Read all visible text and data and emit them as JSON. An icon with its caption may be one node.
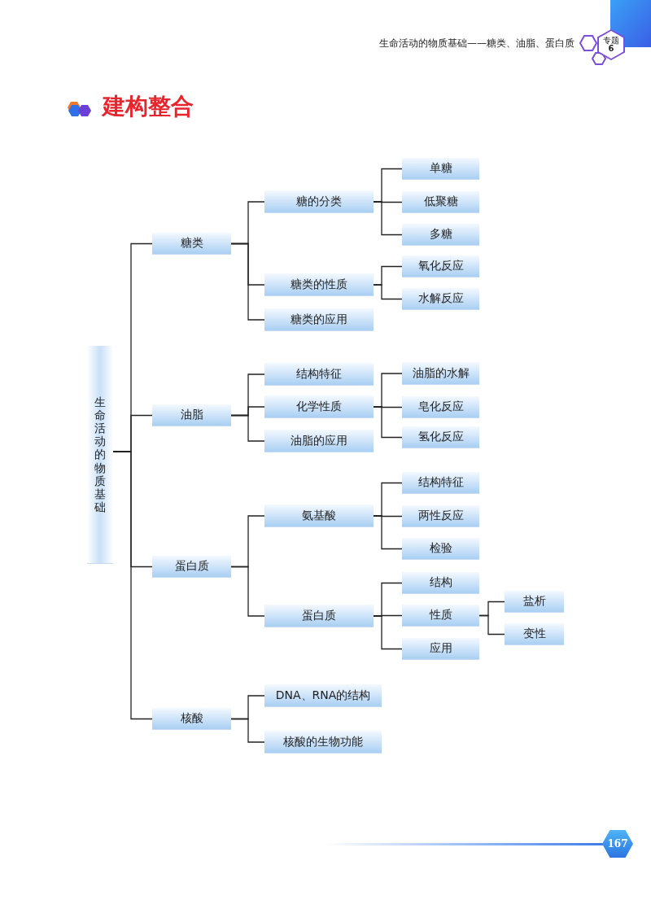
{
  "diagram": {
    "title": "建构整合",
    "nodes": [
      {
        "text": [
          "专题",
          "6"
        ]
      },
      {
        "text": [
          "生命活动的物质基础"
        ]
      },
      {
        "text": [
          "糖类"
        ]
      },
      {
        "text": [
          "糖的分类"
        ]
      },
      {
        "text": [
          "单糖"
        ]
      },
      {
        "text": [
          "低聚糖"
        ]
      },
      {
        "text": [
          "多糖"
        ]
      },
      {
        "text": [
          "糖类的性质"
        ]
      },
      {
        "text": [
          "氧化反应"
        ]
      },
      {
        "text": [
          "水解反应"
        ]
      },
      {
        "text": [
          "糖类的应用"
        ]
      },
      {
        "text": [
          "油脂"
        ]
      },
      {
        "text": [
          "结构特征"
        ]
      },
      {
        "text": [
          "化学性质"
        ]
      },
      {
        "text": [
          "油脂的水解"
        ]
      },
      {
        "text": [
          "皂化反应"
        ]
      },
      {
        "text": [
          "氢化反应"
        ]
      },
      {
        "text": [
          "油脂的应用"
        ]
      },
      {
        "text": [
          "蛋白质"
        ]
      },
      {
        "text": [
          "氨基酸"
        ]
      },
      {
        "text": [
          "结构特征"
        ]
      },
      {
        "text": [
          "两性反应"
        ]
      },
      {
        "text": [
          "检验"
        ]
      },
      {
        "text": [
          "蛋白质"
        ]
      },
      {
        "text": [
          "结构"
        ]
      },
      {
        "text": [
          "性质"
        ]
      },
      {
        "text": [
          "盐析"
        ]
      },
      {
        "text": [
          "变性"
        ]
      },
      {
        "text": [
          "应用"
        ]
      },
      {
        "text": [
          "核酸"
        ]
      },
      {
        "text": [
          "DNA、RNA的结构"
        ]
      },
      {
        "text": [
          "核酸的生物功能"
        ]
      },
      {
        "text": [
          "167"
        ]
      }
    ],
    "edges": [
      {
        "from": 1,
        "to": 2,
        "arrow": "none"
      },
      {
        "from": 1,
        "to": 11,
        "arrow": "none"
      },
      {
        "from": 1,
        "to": 18,
        "arrow": "none"
      },
      {
        "from": 1,
        "to": 29,
        "arrow": "none"
      },
      {
        "from": 2,
        "to": 3,
        "arrow": "none"
      },
      {
        "from": 2,
        "to": 7,
        "arrow": "none"
      },
      {
        "from": 2,
        "to": 10,
        "arrow": "none"
      },
      {
        "from": 3,
        "to": 4,
        "arrow": "none"
      },
      {
        "from": 3,
        "to": 5,
        "arrow": "none"
      },
      {
        "from": 3,
        "to": 6,
        "arrow": "none"
      },
      {
        "from": 7,
        "to": 8,
        "arrow": "none"
      },
      {
        "from": 7,
        "to": 9,
        "arrow": "none"
      },
      {
        "from": 11,
        "to": 12,
        "arrow": "none"
      },
      {
        "from": 11,
        "to": 13,
        "arrow": "none"
      },
      {
        "from": 11,
        "to": 17,
        "arrow": "none"
      },
      {
        "from": 13,
        "to": 14,
        "arrow": "none"
      },
      {
        "from": 13,
        "to": 15,
        "arrow": "none"
      },
      {
        "from": 13,
        "to": 16,
        "arrow": "none"
      },
      {
        "from": 18,
        "to": 19,
        "arrow": "none"
      },
      {
        "from": 18,
        "to": 23,
        "arrow": "none"
      },
      {
        "from": 19,
        "to": 20,
        "arrow": "none"
      },
      {
        "from": 19,
        "to": 21,
        "arrow": "none"
      },
      {
        "from": 19,
        "to": 22,
        "arrow": "none"
      },
      {
        "from": 23,
        "to": 24,
        "arrow": "none"
      },
      {
        "from": 23,
        "to": 25,
        "arrow": "none"
      },
      {
        "from": 23,
        "to": 28,
        "arrow": "none"
      },
      {
        "from": 25,
        "to": 26,
        "arrow": "none"
      },
      {
        "from": 25,
        "to": 27,
        "arrow": "none"
      },
      {
        "from": 29,
        "to": 30,
        "arrow": "none"
      },
      {
        "from": 29,
        "to": 31,
        "arrow": "none"
      }
    ],
    "labels": [
      "生命活动的物质基础——糖类、油脂、蛋白质"
    ]
  }
}
